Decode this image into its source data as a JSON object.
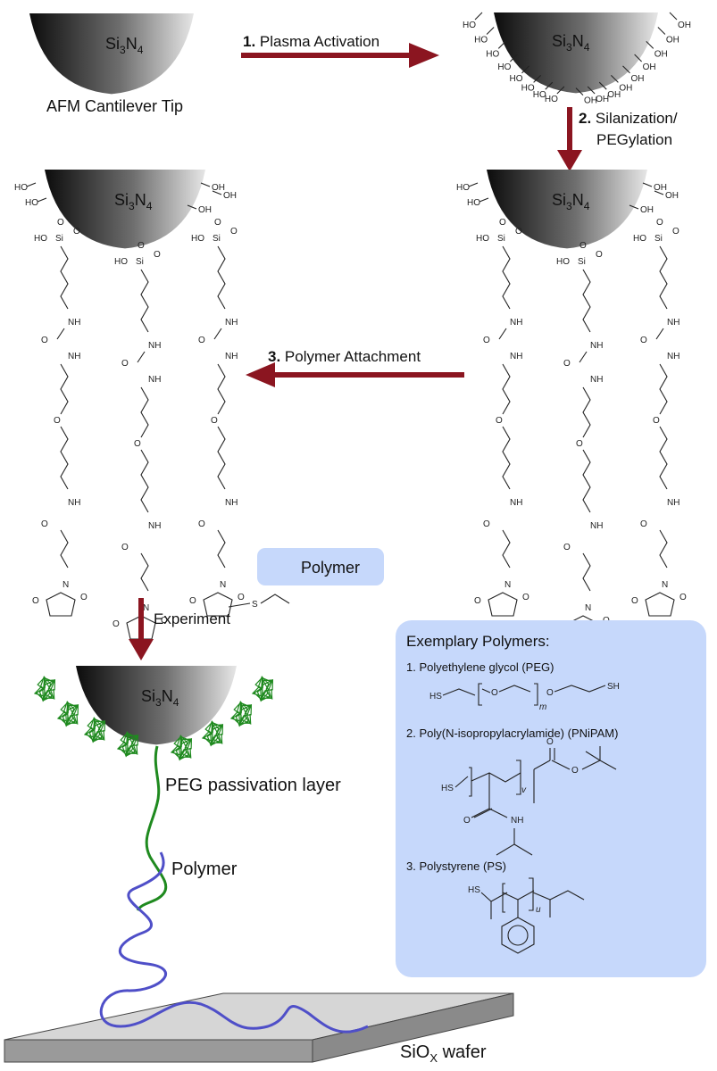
{
  "colors": {
    "arrow": "#8b1520",
    "box": "#c6d8fb",
    "peg_green": "#1f8a1f",
    "polymer_blue": "#4f4fc8",
    "wafer_top": "#d6d6d6",
    "wafer_side": "#9a9a9a"
  },
  "tips": {
    "material_base": "Si",
    "material_sub1": "3",
    "material_mid": "N",
    "material_sub2": "4",
    "tip_caption": "AFM Cantilever Tip"
  },
  "chem_labels": {
    "hydroxyl": "OH",
    "hydroxyl_rev": "HO",
    "oxygen": "O",
    "silicon": "Si",
    "amine": "NH",
    "nitrogen": "N",
    "sulfur": "S",
    "thiol": "HS",
    "thiol_end": "SH"
  },
  "steps": {
    "step1_num": "1.",
    "step1_text": "Plasma Activation",
    "step2_num": "2.",
    "step2_text_line1": "Silanization/",
    "step2_text_line2": "PEGylation",
    "step3_num": "3.",
    "step3_text": "Polymer Attachment",
    "experiment": "Experiment"
  },
  "polymer_tag": "Polymer",
  "experiment_panel": {
    "peg_layer": "PEG passivation layer",
    "polymer": "Polymer",
    "wafer_base": "SiO",
    "wafer_sub": "X",
    "wafer_suffix": " wafer"
  },
  "exemplary": {
    "title": "Exemplary Polymers:",
    "items": [
      {
        "label": "1. Polyethylene glycol (PEG)",
        "index": "m"
      },
      {
        "label": "2. Poly(N-isopropylacrylamide) (PNiPAM)",
        "index": "v"
      },
      {
        "label": "3. Polystyrene (PS)",
        "index": "u"
      }
    ]
  }
}
